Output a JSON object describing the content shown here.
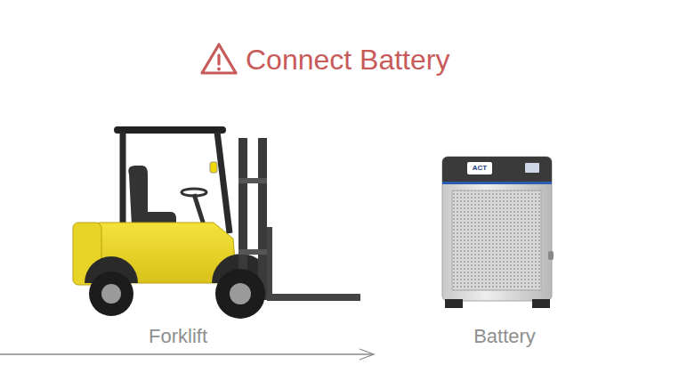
{
  "diagram": {
    "title": "Connect Battery",
    "labels": [
      "Forklift",
      "Battery",
      "ACT"
    ]
  }
}
